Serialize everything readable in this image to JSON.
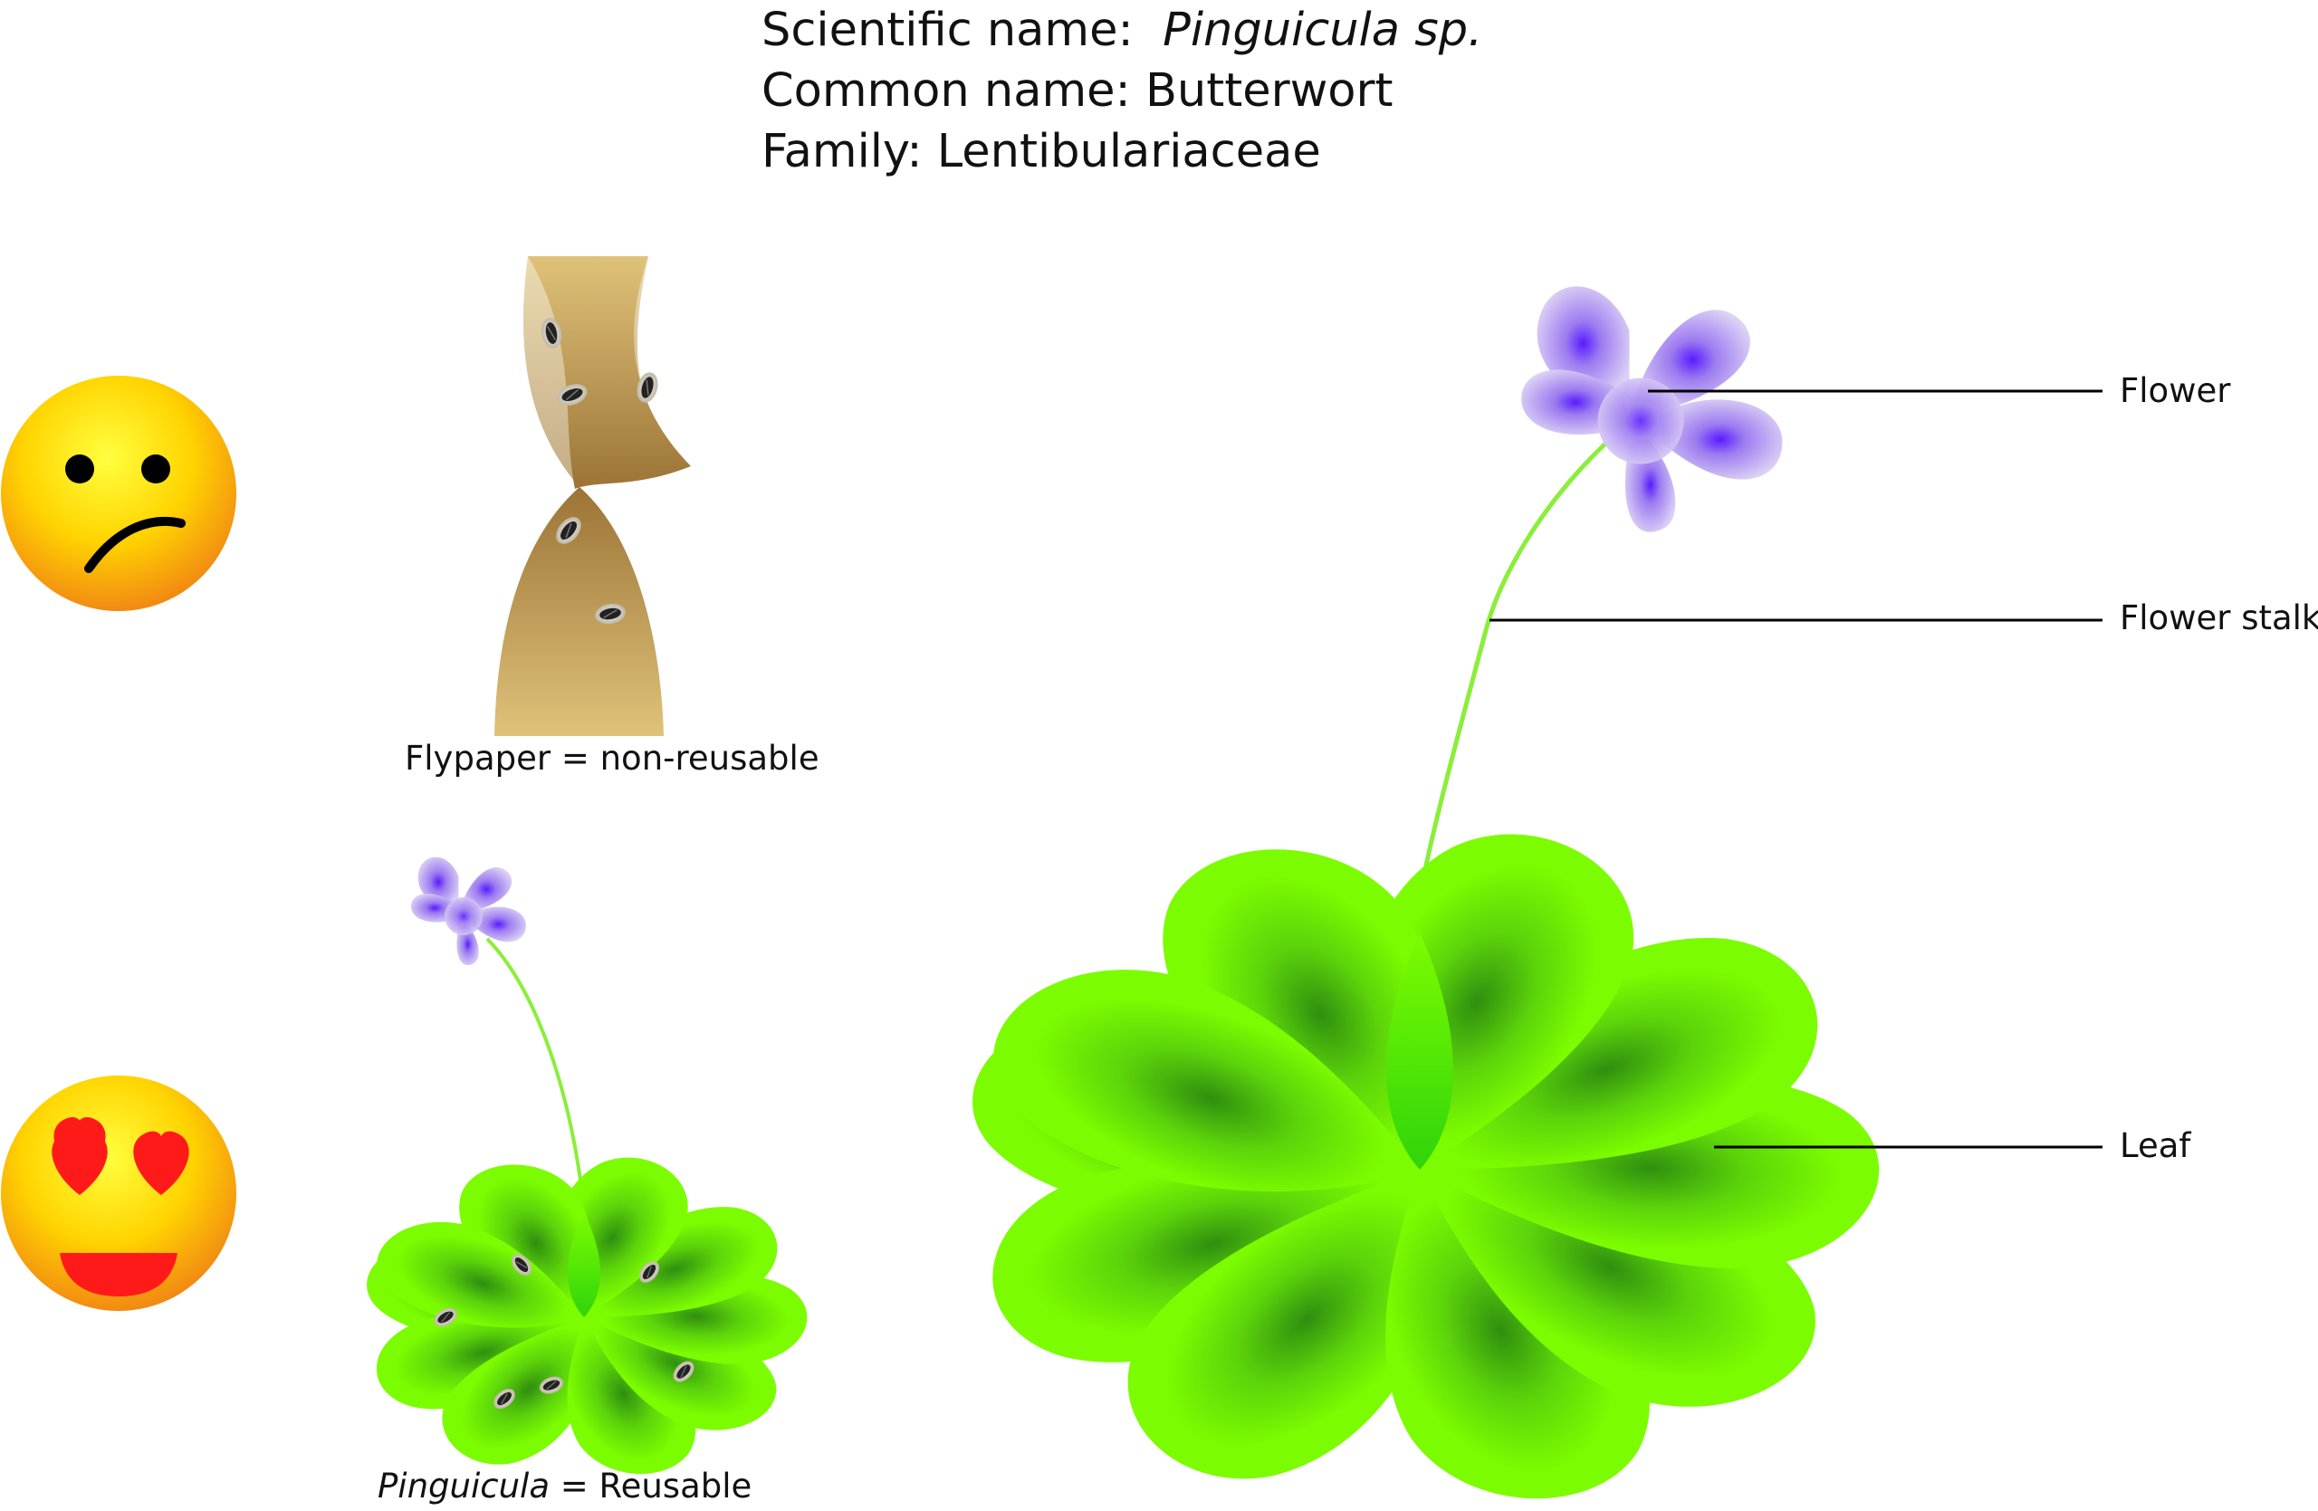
{
  "header": {
    "scientific_prefix": "Scientific name:",
    "scientific_value": "Pinguicula sp.",
    "common": "Common name: Butterwort",
    "family": "Family: Lentibulariaceae"
  },
  "flypaper": {
    "caption": "Flypaper = non-reusable"
  },
  "small_plant": {
    "caption_italic": "Pinguicula",
    "caption_rest": " = Reusable"
  },
  "labels": {
    "flower": "Flower",
    "stalk": "Flower stalk",
    "leaf": "Leaf"
  },
  "colors": {
    "leaf": "#7cfc00",
    "leaf_dark": "#2f8f0f",
    "flower_center": "#6a2cff",
    "flower_edge": "#d8ccf2",
    "stalk": "#8aee3a",
    "flypaper_light": "#dfc27a",
    "flypaper_dark": "#9c7436",
    "face": "#ffd400",
    "heart": "#ff1a1a"
  },
  "icons": [
    "confused-face-icon",
    "heart-eyes-face-icon"
  ]
}
